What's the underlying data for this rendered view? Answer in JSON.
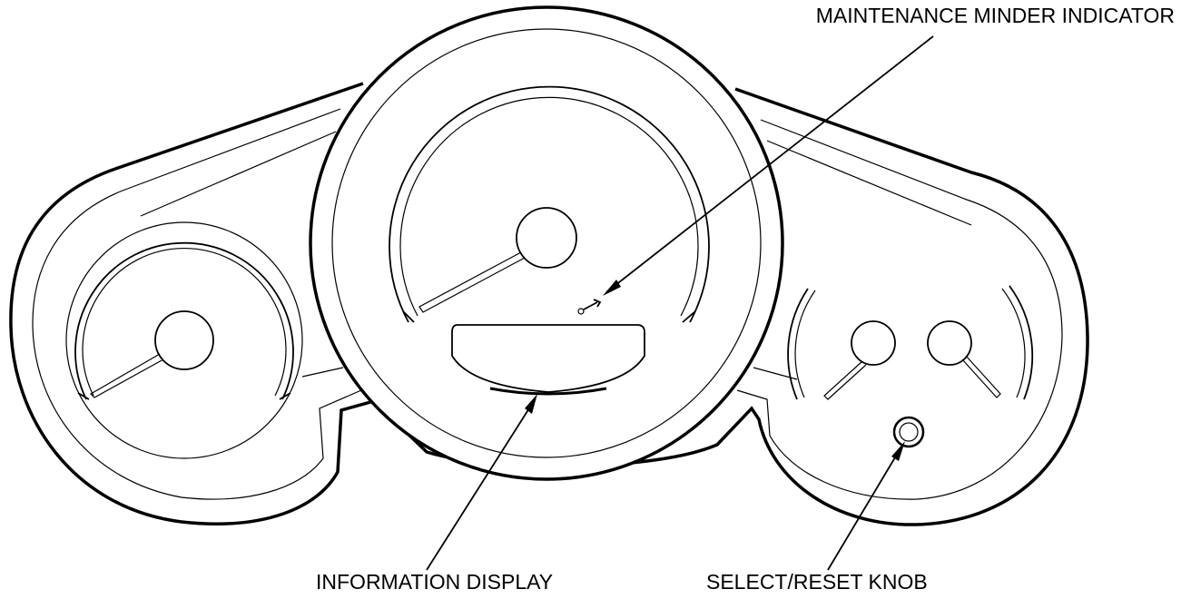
{
  "labels": {
    "maintenance_minder_indicator": "MAINTENANCE MINDER INDICATOR",
    "information_display": "INFORMATION DISPLAY",
    "select_reset_knob": "SELECT/RESET KNOB"
  }
}
